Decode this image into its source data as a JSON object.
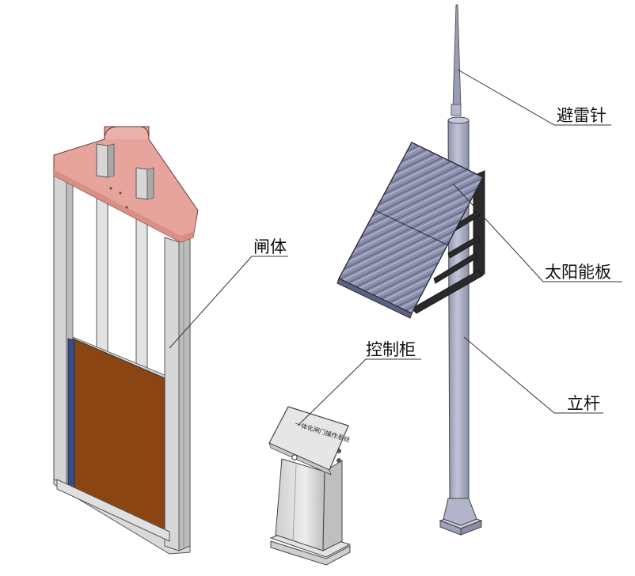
{
  "labels": {
    "lightning_rod": "避雷针",
    "solar_panel": "太阳能板",
    "gate_body": "闸体",
    "control_cabinet": "控制柜",
    "pole": "立杆",
    "cabinet_panel_text": "一体化闸门操作系统"
  },
  "colors": {
    "gate_leaf": "#8b4513",
    "gate_top_beam": "#e7a49c",
    "frame": "#d4d4d4",
    "pole": "#a9acc4",
    "solar_panel": "#8c90ad",
    "bracket": "#222222",
    "cabinet": "#dcdcdc",
    "gate_edge_strip": "#3a4a8a"
  }
}
